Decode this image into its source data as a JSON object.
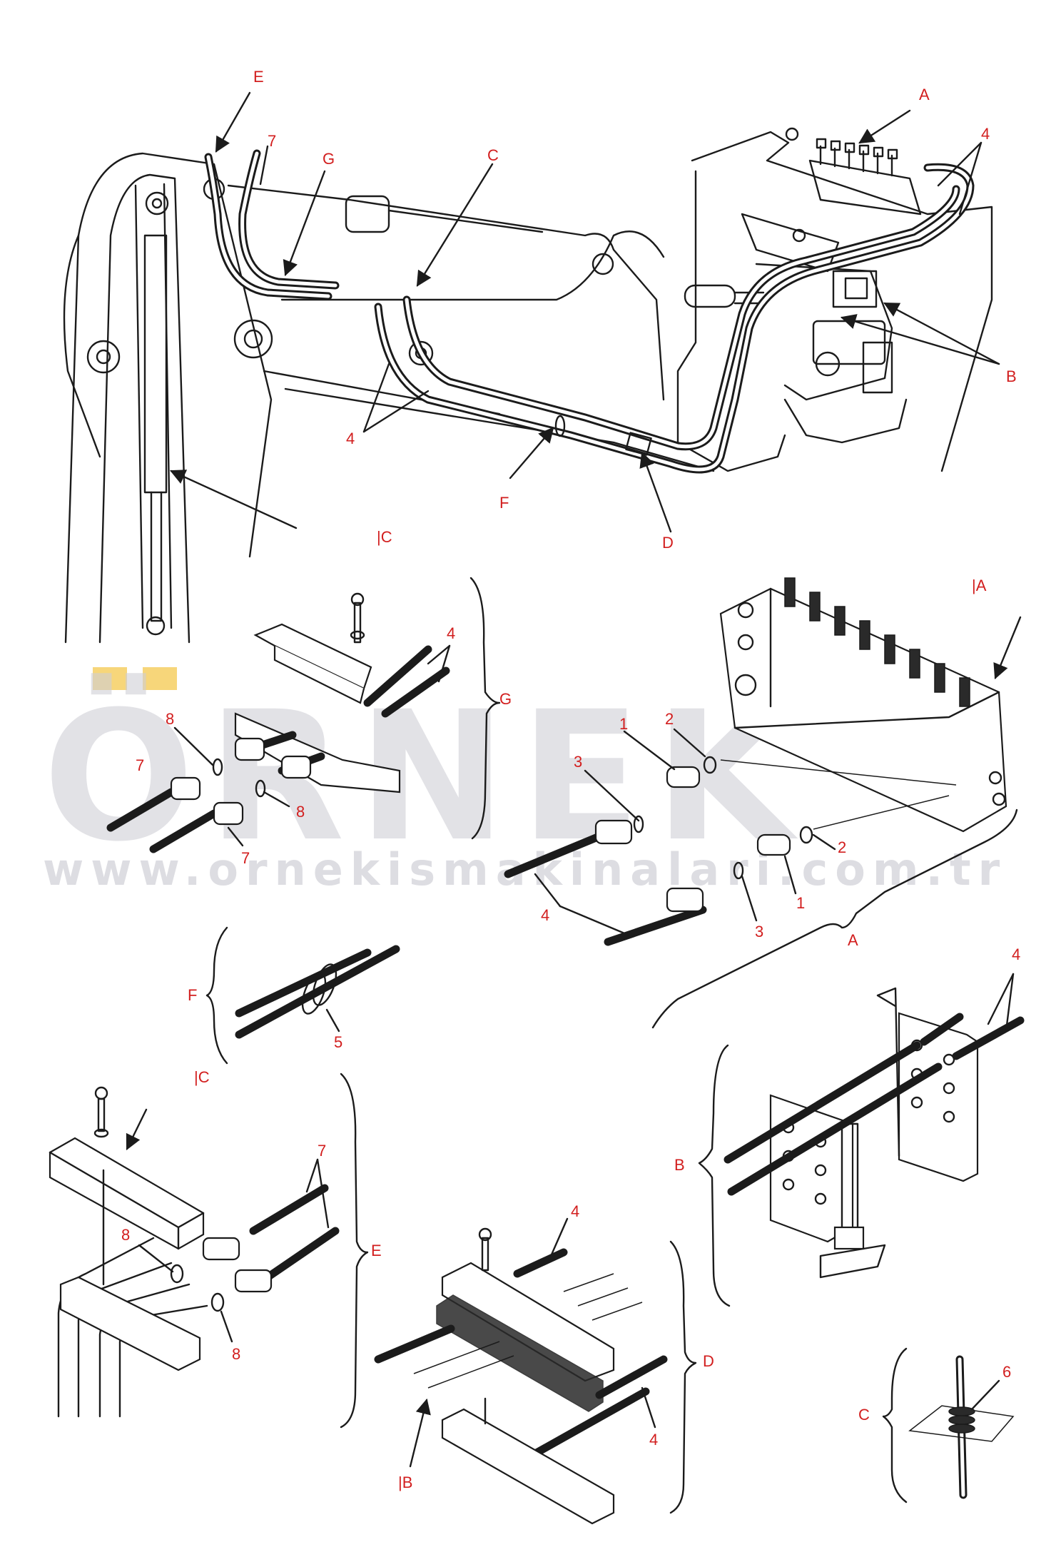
{
  "watermark": {
    "logo": "ÖRNEK",
    "url": "www.ornekismakinalari.com.tr",
    "accent_color": "#f4c542"
  },
  "callouts": {
    "main": {
      "E": "E",
      "A": "A",
      "n7": "7",
      "G": "G",
      "C": "C",
      "n4_right": "4",
      "B": "B",
      "n4_left": "4",
      "F": "F",
      "D": "D",
      "ref_C": "|C"
    },
    "detail_G": {
      "n4": "4",
      "n8_top": "8",
      "n7_left": "7",
      "n8_bot": "8",
      "n7_bot": "7",
      "brace": "G"
    },
    "detail_A": {
      "ref": "|A",
      "n1_top": "1",
      "n2_top": "2",
      "n3_top": "3",
      "n2_bot": "2",
      "n1_bot": "1",
      "n3_bot": "3",
      "n4": "4",
      "brace": "A"
    },
    "detail_F": {
      "brace": "F",
      "n5": "5"
    },
    "detail_E": {
      "ref": "|C",
      "n7": "7",
      "n8_top": "8",
      "n8_bot": "8",
      "brace": "E"
    },
    "detail_B": {
      "n4": "4",
      "brace": "B"
    },
    "detail_D": {
      "n4_top": "4",
      "n4_bot": "4",
      "brace": "D",
      "ref": "|B"
    },
    "detail_C": {
      "n6": "6",
      "brace": "C"
    }
  }
}
